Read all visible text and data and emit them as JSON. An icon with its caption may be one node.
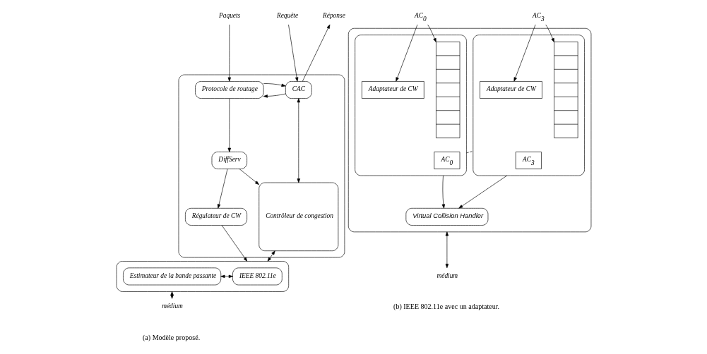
{
  "diagram": {
    "nodes": [
      {
        "text": [
          "Paquets"
        ]
      },
      {
        "text": [
          "Requête"
        ]
      },
      {
        "text": [
          "Réponse"
        ]
      },
      {
        "text": [],
        "shape": "box"
      },
      {
        "text": [
          "Protocole de routage"
        ],
        "in": 3
      },
      {
        "text": [
          "CAC"
        ],
        "in": 3
      },
      {
        "text": [
          "DiffServ"
        ],
        "in": 3
      },
      {
        "text": [
          "Contrôleur de congestion"
        ],
        "in": 3
      },
      {
        "text": [
          "Régulateur de CW"
        ],
        "in": 3
      },
      {
        "text": [],
        "shape": "box"
      },
      {
        "text": [
          "IEEE 802.11e"
        ],
        "in": 9
      },
      {
        "text": [
          "Estimateur de la bande passante"
        ],
        "in": 9
      },
      {
        "text": [
          "médium"
        ]
      },
      {
        "text": [
          "AC$_{0}$"
        ]
      },
      {
        "text": [
          "AC$_{3}$"
        ]
      },
      {
        "text": [],
        "shape": "box"
      },
      {
        "text": [],
        "shape": "box",
        "in": 15
      },
      {
        "text": [],
        "shape": "queue",
        "in": 16
      },
      {
        "text": [
          "Adaptateur de CW"
        ],
        "in": 16
      },
      {
        "text": [
          "AC$_{0}$"
        ],
        "in": 16
      },
      {
        "text": [],
        "shape": "box",
        "in": 15
      },
      {
        "text": [],
        "shape": "queue",
        "in": 20
      },
      {
        "text": [
          "Adaptateur de CW"
        ],
        "in": 20
      },
      {
        "text": [
          "AC$_{3}$"
        ],
        "in": 20
      },
      {
        "text": [
          "Virtual Collision Handler"
        ],
        "in": 15
      },
      {
        "text": [
          "médium"
        ]
      }
    ],
    "edges": [
      {
        "from": 0,
        "to": 4,
        "arrow": "to"
      },
      {
        "from": 1,
        "to": 5,
        "arrow": "to"
      },
      {
        "from": 5,
        "to": 2,
        "arrow": "to"
      },
      {
        "from": 5,
        "to": 4,
        "arrow": "to"
      },
      {
        "from": 4,
        "to": 5,
        "arrow": "to"
      },
      {
        "from": 4,
        "to": 6,
        "arrow": "to"
      },
      {
        "from": 5,
        "to": 7,
        "arrow": "both"
      },
      {
        "from": 6,
        "to": 7,
        "arrow": "to"
      },
      {
        "from": 6,
        "to": 8,
        "arrow": "to"
      },
      {
        "from": 8,
        "to": 9,
        "arrow": "to"
      },
      {
        "from": 7,
        "to": 9,
        "arrow": "both"
      },
      {
        "from": 10,
        "to": 11,
        "arrow": "both"
      },
      {
        "from": 9,
        "to": 12,
        "arrow": "both"
      },
      {
        "from": 13,
        "to": 17,
        "arrow": "to"
      },
      {
        "from": 13,
        "to": 18,
        "arrow": "to"
      },
      {
        "from": 14,
        "to": 21,
        "arrow": "to"
      },
      {
        "from": 14,
        "to": 22,
        "arrow": "to"
      },
      {
        "from": 16,
        "to": 24,
        "arrow": "to"
      },
      {
        "from": 20,
        "to": 24,
        "arrow": "to"
      },
      {
        "from": 16,
        "to": 20,
        "arrow": "none",
        "style": "dashed"
      },
      {
        "from": 15,
        "to": 25,
        "arrow": "both"
      }
    ],
    "labels": [
      "(a) Modèle proposé.",
      "(b) IEEE 802.11e avec un adaptateur."
    ]
  }
}
